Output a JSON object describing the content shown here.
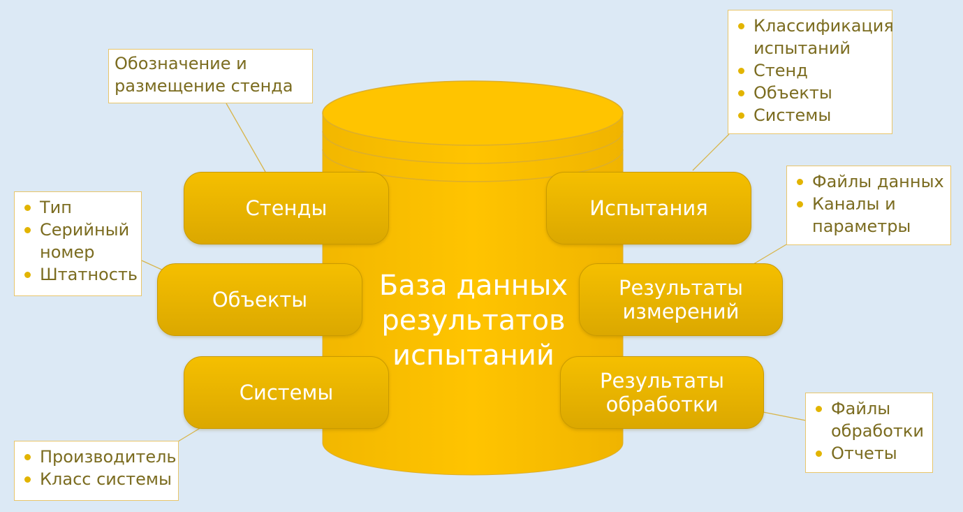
{
  "database": {
    "title": "База данных\nрезультатов\nиспытаний"
  },
  "nodes": {
    "stands": "Стенды",
    "objects": "Объекты",
    "systems": "Системы",
    "tests": "Испытания",
    "measurements": "Результаты\nизмерений",
    "processing": "Результаты\nобработки"
  },
  "notes": {
    "stands_note": "Обозначение и\nразмещение стенда",
    "objects_note": [
      "Тип",
      "Серийный\nномер",
      "Штатность"
    ],
    "systems_note": [
      "Производитель",
      "Класс системы"
    ],
    "tests_note": [
      "Классификация\nиспытаний",
      "Стенд",
      "Объекты",
      "Системы"
    ],
    "measurements_note": [
      "Файлы данных",
      "Каналы и\nпараметры"
    ],
    "processing_note": [
      "Файлы\nобработки",
      "Отчеты"
    ]
  },
  "colors": {
    "background": "#dce9f5",
    "node_fill": "#f5bf00",
    "cylinder": "#ffc000",
    "note_text": "#7b6c20",
    "connector": "#d8b54a"
  }
}
